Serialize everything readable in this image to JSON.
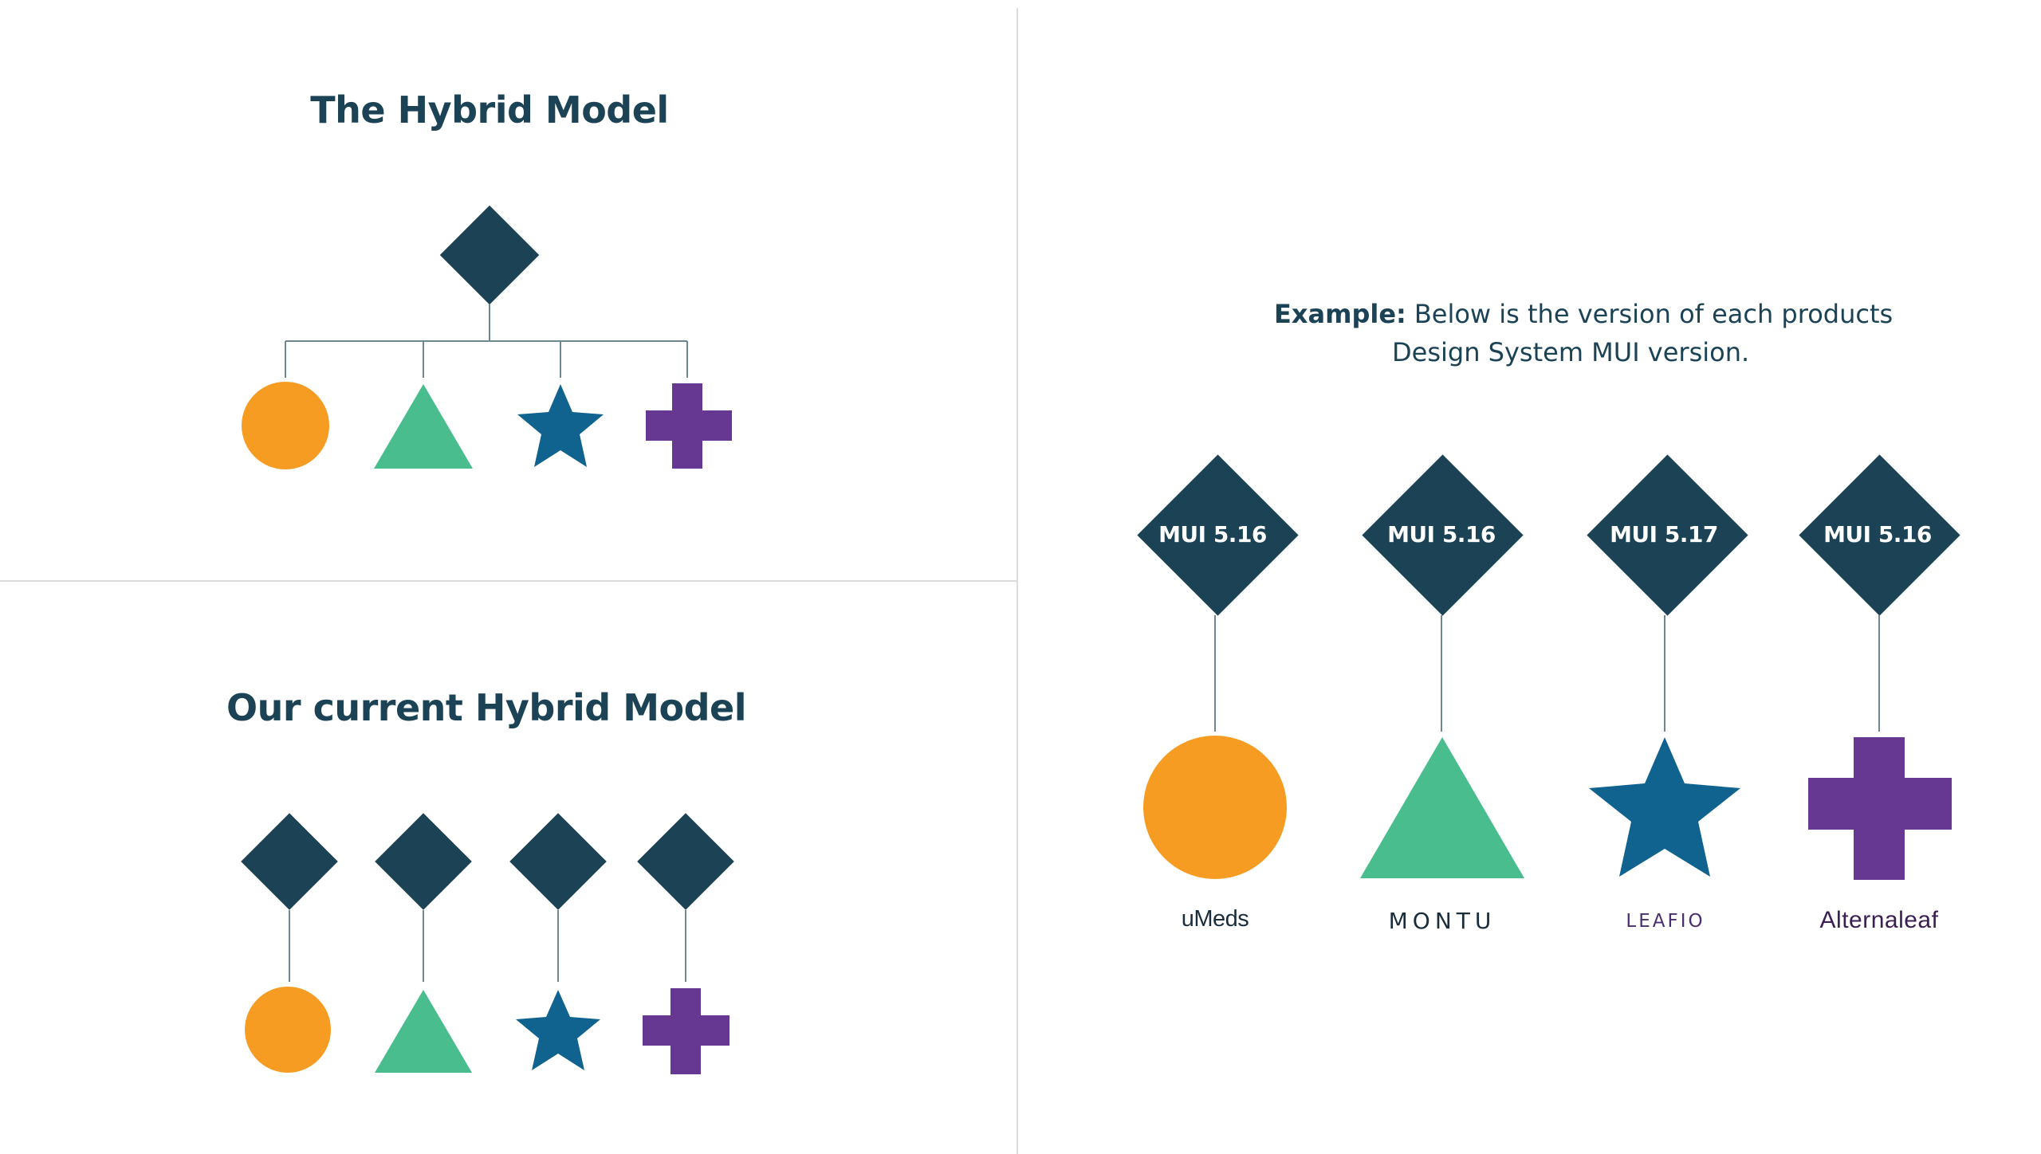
{
  "colors": {
    "navy": "#1b4355",
    "orange": "#f79c22",
    "green": "#49bd8e",
    "blue": "#10628f",
    "purple": "#673892",
    "connector": "#6f8791",
    "divider": "#dcdcdc"
  },
  "top_left": {
    "title": "The Hybrid Model",
    "parent_icon": "diamond-icon",
    "children": [
      {
        "icon": "circle-icon"
      },
      {
        "icon": "triangle-icon"
      },
      {
        "icon": "star-icon"
      },
      {
        "icon": "cross-icon"
      }
    ]
  },
  "bottom_left": {
    "title": "Our current Hybrid Model",
    "pairs": [
      {
        "top_icon": "diamond-icon",
        "bottom_icon": "circle-icon"
      },
      {
        "top_icon": "diamond-icon",
        "bottom_icon": "triangle-icon"
      },
      {
        "top_icon": "diamond-icon",
        "bottom_icon": "star-icon"
      },
      {
        "top_icon": "diamond-icon",
        "bottom_icon": "cross-icon"
      }
    ]
  },
  "right": {
    "caption_bold": "Example:",
    "caption_line1": "Below is the version of each products",
    "caption_line2": "Design System MUI version.",
    "products": [
      {
        "version": "MUI 5.16",
        "icon": "circle-icon",
        "brand": "uMeds"
      },
      {
        "version": "MUI 5.16",
        "icon": "triangle-icon",
        "brand": "MONTU"
      },
      {
        "version": "MUI 5.17",
        "icon": "star-icon",
        "brand": "LEAFIO"
      },
      {
        "version": "MUI 5.16",
        "icon": "cross-icon",
        "brand": "Alternaleaf"
      }
    ]
  }
}
